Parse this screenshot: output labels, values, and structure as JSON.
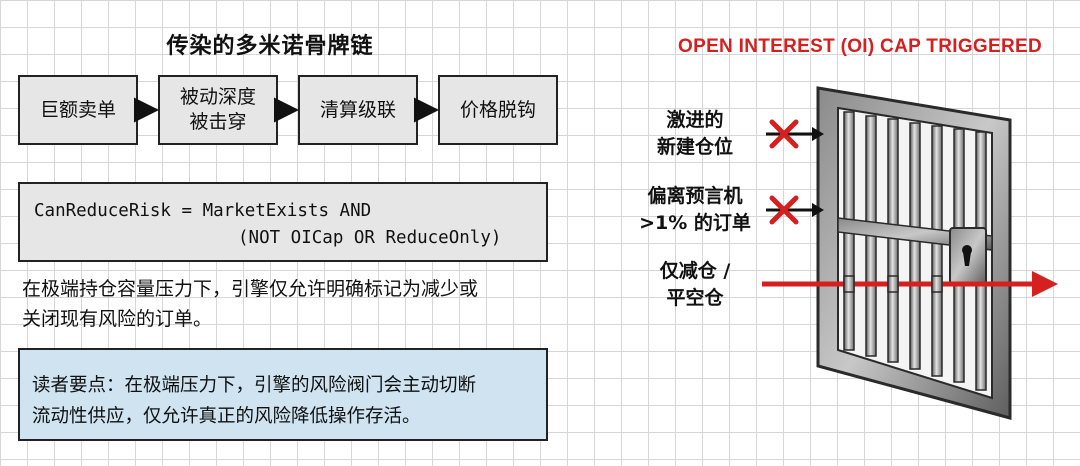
{
  "left_panel": {
    "title": "传染的多米诺骨牌链",
    "chain_steps": [
      "巨额卖单",
      "被动深度\n被击穿",
      "清算级联",
      "价格脱钩"
    ],
    "code_lines": [
      "CanReduceRisk = MarketExists AND",
      "(NOT OICap OR ReduceOnly)"
    ],
    "description_lines": [
      "在极端持仓容量压力下，引擎仅允许明确标记为减少或",
      "关闭现有风险的订单。"
    ],
    "takeaway_lines": [
      "读者要点：在极端压力下，引擎的风险阀门会主动切断",
      "流动性供应，仅允许真正的风险降低操作存活。"
    ]
  },
  "right_panel": {
    "title": "OPEN INTEREST (OI) CAP TRIGGERED",
    "order_types": [
      {
        "label": "激进的\n新建仓位",
        "status": "blocked"
      },
      {
        "label": "偏离预言机\n>1% 的订单",
        "status": "blocked"
      },
      {
        "label": "仅减仓 /\n平空仓",
        "status": "allowed"
      }
    ]
  },
  "colors": {
    "accent_red": "#d61f1f",
    "box_gray": "#e6e6e6",
    "note_blue": "#cfe3f1",
    "grid_line": "#d6d6d6"
  }
}
